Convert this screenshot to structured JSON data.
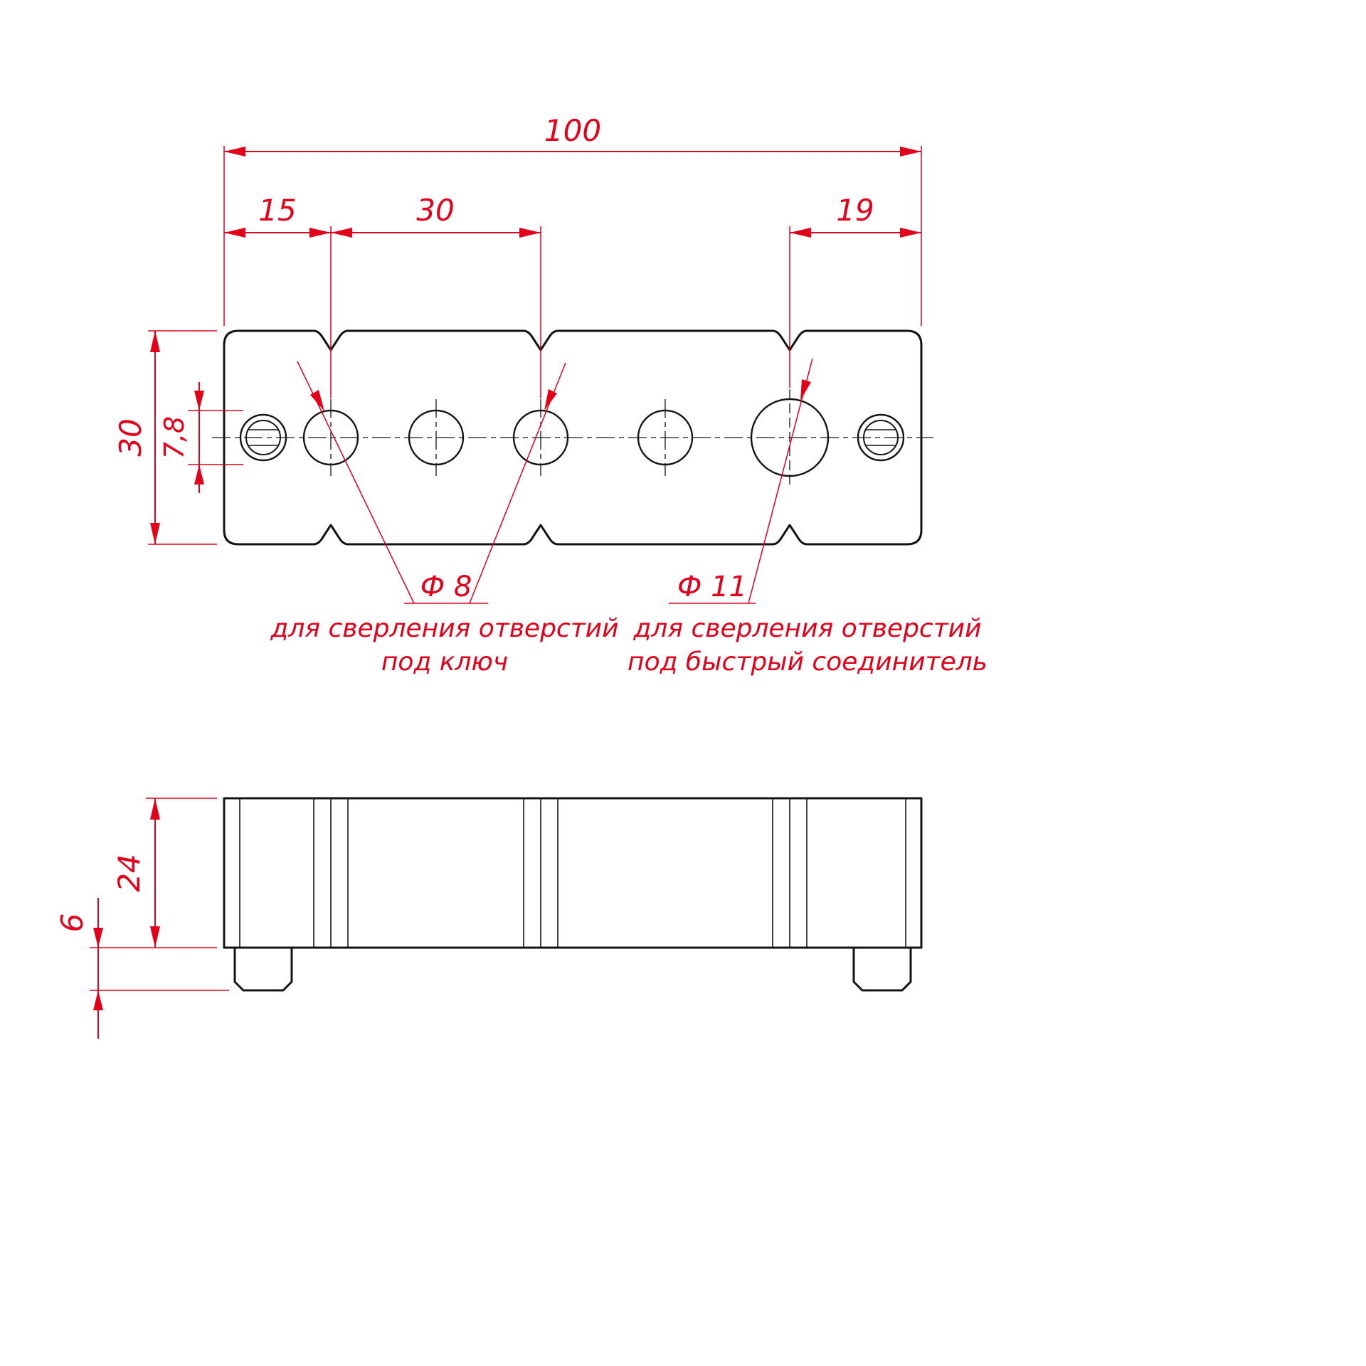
{
  "colors": {
    "line": "#141414",
    "dimension": "#e2001a",
    "background": "#ffffff"
  },
  "drawing": {
    "top_view": {
      "dim_overall_length": "100",
      "dim_first_hole_offset": "15",
      "dim_hole_pitch": "30",
      "dim_last_hole_offset": "19",
      "dim_plate_width": "30",
      "dim_slot_width": "7,8",
      "callout_key": {
        "diameter": "Ф 8",
        "note_line1": "для сверления отверстий",
        "note_line2": "под ключ"
      },
      "callout_connector": {
        "diameter": "Ф 11",
        "note_line1": "для сверления отверстий",
        "note_line2": "под быстрый соединитель"
      }
    },
    "front_view": {
      "dim_body_height": "24",
      "dim_foot_height": "6"
    }
  }
}
